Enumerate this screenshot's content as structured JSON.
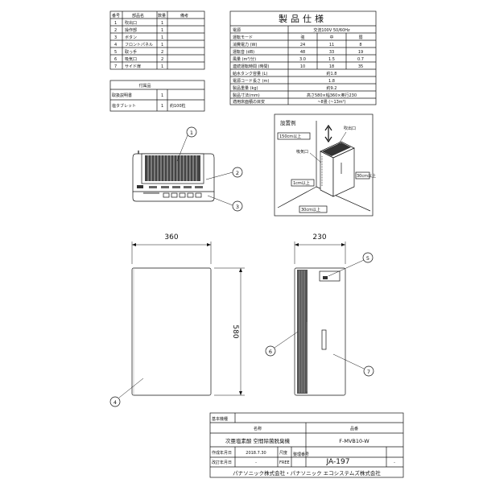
{
  "parts_table": {
    "headers": [
      "番号",
      "部品名",
      "数量",
      "備考"
    ],
    "rows": [
      [
        "1",
        "吹出口",
        "1",
        ""
      ],
      [
        "2",
        "操作部",
        "1",
        ""
      ],
      [
        "3",
        "ボタン",
        "1",
        ""
      ],
      [
        "4",
        "フロントパネル",
        "1",
        ""
      ],
      [
        "5",
        "取っ手",
        "2",
        ""
      ],
      [
        "6",
        "吸気口",
        "2",
        ""
      ],
      [
        "7",
        "サイド扉",
        "1",
        ""
      ]
    ]
  },
  "accessories_table": {
    "title": "付属品",
    "rows": [
      [
        "取扱説明書",
        "1",
        ""
      ],
      [
        "塩タブレット",
        "1",
        "約100粒"
      ]
    ]
  },
  "spec_table": {
    "title": "製品仕様",
    "header_values": [
      "交流100V 50/60Hz"
    ],
    "mode_headers": [
      "強",
      "中",
      "弱"
    ],
    "rows": [
      {
        "label": "電源",
        "values": [
          "交流100V 50/60Hz"
        ]
      },
      {
        "label": "運転モード",
        "values": [
          "強",
          "中",
          "弱"
        ]
      },
      {
        "label": "消費電力 (W)",
        "values": [
          "24",
          "11",
          "8"
        ]
      },
      {
        "label": "運転音 (dB)",
        "values": [
          "48",
          "33",
          "19"
        ]
      },
      {
        "label": "風量 (m³/分)",
        "values": [
          "3.0",
          "1.5",
          "0.7"
        ]
      },
      {
        "label": "連続運転時間 (時間)",
        "values": [
          "10",
          "18",
          "35"
        ]
      },
      {
        "label": "給水タンク容量 (L)",
        "values": [
          "約1.8"
        ]
      },
      {
        "label": "電源コード長さ (m)",
        "values": [
          "1.8"
        ]
      },
      {
        "label": "製品重量 (kg)",
        "values": [
          "約9.2"
        ]
      },
      {
        "label": "製品寸法(mm)",
        "values": [
          "高さ580×幅360×奥行230"
        ]
      },
      {
        "label": "適用床面積の目安",
        "values": [
          "~8畳 (~13m²)"
        ]
      }
    ]
  },
  "install": {
    "title": "設置例",
    "outlet": "吹出口",
    "inlet": "吸気口",
    "clear_top": "150cm以上",
    "clear_left": "1cm以上",
    "clear_right": "30cm以上",
    "clear_bottom": "30cm以上"
  },
  "callouts": [
    "1",
    "2",
    "3",
    "4",
    "5",
    "6",
    "7"
  ],
  "dimensions": {
    "width": "360",
    "depth": "230",
    "height": "580"
  },
  "title_block": {
    "basic_model_label": "基本機種",
    "name_label": "名称",
    "model_label": "品番",
    "name": "次亜塩素酸 空間除菌脱臭機",
    "model": "F-MVB10-W",
    "created_label": "作成年月日",
    "created": "2018.7.30",
    "revised_label": "改訂年月日",
    "revised": "-",
    "scale_label": "尺度",
    "scale": "FREE",
    "doc_no_label": "整理番号",
    "doc_no": "JA-197",
    "rev": "-",
    "company": "パナソニック株式会社・パナソニック エコシステムズ株式会社"
  },
  "colors": {
    "line": "#111111",
    "light": "#bbbbbb",
    "grille": "#444444"
  }
}
